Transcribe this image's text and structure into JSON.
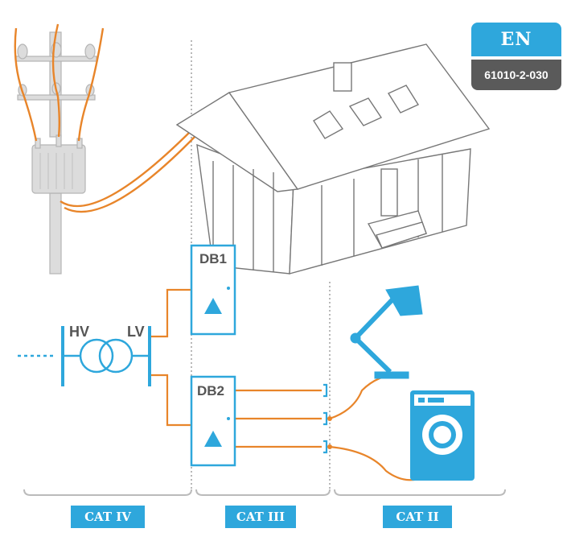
{
  "badge": {
    "language": "EN",
    "standard": "61010-2-030"
  },
  "labels": {
    "hv": "HV",
    "lv": "LV",
    "db1": "DB1",
    "db2": "DB2"
  },
  "categories": [
    "CAT IV",
    "CAT III",
    "CAT II"
  ],
  "colors": {
    "accent": "#2ea7dc",
    "wire": "#e8852a",
    "line": "#777777",
    "badge_gray": "#5a5a5a"
  }
}
